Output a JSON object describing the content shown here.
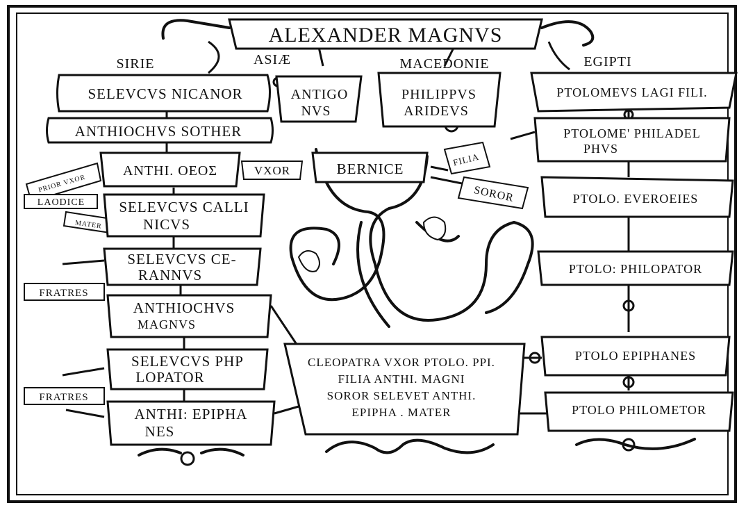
{
  "title": "ALEXANDER MAGNVS",
  "regions": {
    "sirie": "SIRIE",
    "asiae": "ASIÆ",
    "macedonie": "MACEDONIE",
    "egipti": "EGIPTI"
  },
  "left_column": {
    "seleucus_nicanor": "SELEVCVS NICANOR",
    "anthiochus_sother": "ANTHIOCHVS SOTHER",
    "anthi_theos": "ANTHI. OEOΣ",
    "laodice": "LAODICE",
    "prior_uxor": "PRIOR VXOR",
    "mater": "MATER",
    "seleucus_callinicus_1": "SELEVCVS CALLI",
    "seleucus_callinicus_2": "NICVS",
    "seleucus_ceraunus_1": "SELEVCVS CE-",
    "seleucus_ceraunus_2": "RANNVS",
    "fratres_1": "FRATRES",
    "anthiochus_magnus_1": "ANTHIOCHVS",
    "anthiochus_magnus_2": "MAGNVS",
    "seleucus_philopator_1": "SELEVCVS PHP",
    "seleucus_philopator_2": "LOPATOR",
    "fratres_2": "FRATRES",
    "anthi_epiphanes_1": "ANTHI: EPIPHA",
    "anthi_epiphanes_2": "NES"
  },
  "middle": {
    "antigonus_1": "ANTIGO",
    "antigonus_2": "NVS",
    "philippus_1": "PHILIPPVS",
    "philippus_2": "ARIDEVS",
    "uxor": "VXOR",
    "bernice": "BERNICE",
    "filia": "FILIA",
    "soror": "SOROR",
    "cleopatra": [
      "CLEOPATRA VXOR PTOLO. PPI.",
      "FILIA ANTHI. MAGNI",
      "SOROR SELEVET ANTHI.",
      "EPIPHA . MATER"
    ]
  },
  "right_column": {
    "ptolomeus_lagi": "PTOLOMEVS LAGI FILI.",
    "ptolome_philadelphus_1": "PTOLOME' PHILADEL",
    "ptolome_philadelphus_2": "PHVS",
    "ptolo_euergetes": "PTOLO. EVEROEIES",
    "ptolo_philopator": "PTOLO: PHILOPATOR",
    "ptolo_epiphanes": "PTOLO EPIPHANES",
    "ptolo_philometor": "PTOLO PHILOMETOR"
  }
}
